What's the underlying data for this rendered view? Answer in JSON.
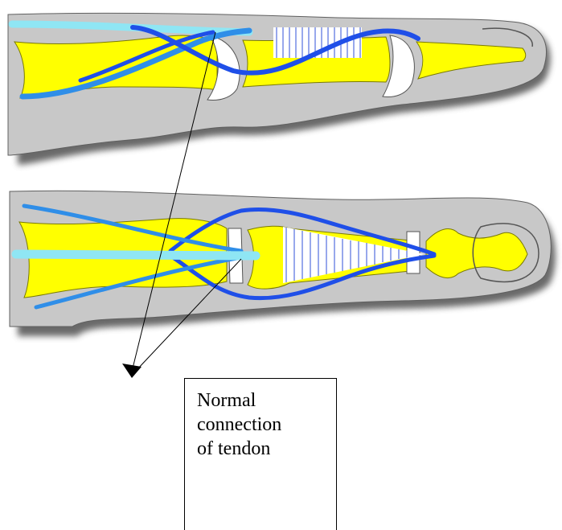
{
  "callout": {
    "lines": [
      "Normal",
      "connection",
      "of tendon"
    ]
  },
  "colors": {
    "skin": "#c8c8c8",
    "bone": "#ffff00",
    "tendon_dark": "#1f4fe8",
    "tendon_mid": "#2f8ee8",
    "tendon_light": "#8fe6f4",
    "shadow": "#505050",
    "hatch": "#3050d8"
  }
}
